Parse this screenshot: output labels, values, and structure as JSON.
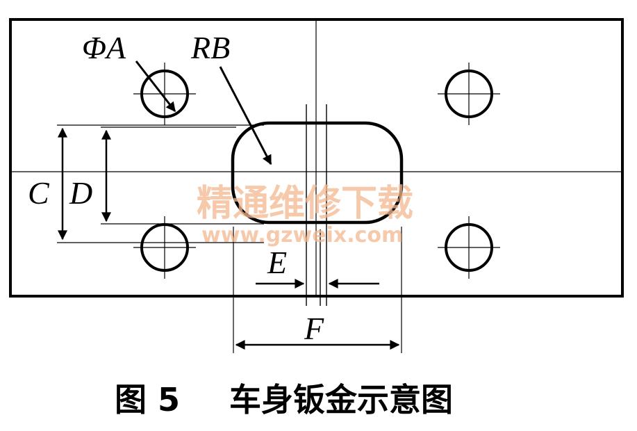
{
  "labels": {
    "phi_a": "ΦA",
    "rb": "RB",
    "c": "C",
    "d": "D",
    "e": "E",
    "f": "F"
  },
  "watermark": {
    "site_name": "精通维修下载",
    "url": "www.gzweix.com"
  },
  "caption": {
    "number": "图 5",
    "title": "车身钣金示意图"
  },
  "colors": {
    "ink": "#000000",
    "watermark": "#f4b890"
  }
}
